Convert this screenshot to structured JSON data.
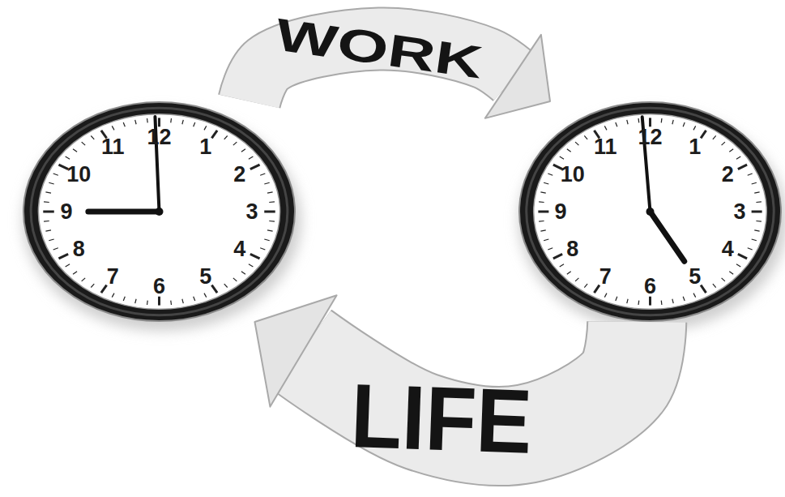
{
  "diagram": {
    "nodes": [
      {
        "text": [
          "12",
          "1",
          "2",
          "3",
          "4",
          "5",
          "6",
          "7",
          "8",
          "9",
          "10",
          "11"
        ]
      },
      {
        "text": [
          "12",
          "1",
          "2",
          "3",
          "4",
          "5",
          "6",
          "7",
          "8",
          "9",
          "10",
          "11"
        ]
      }
    ],
    "edges": [
      {
        "from": 0,
        "to": 1,
        "arrow": "to",
        "label": "WORK"
      },
      {
        "from": 1,
        "to": 0,
        "arrow": "to",
        "label": "LIFE"
      }
    ]
  }
}
